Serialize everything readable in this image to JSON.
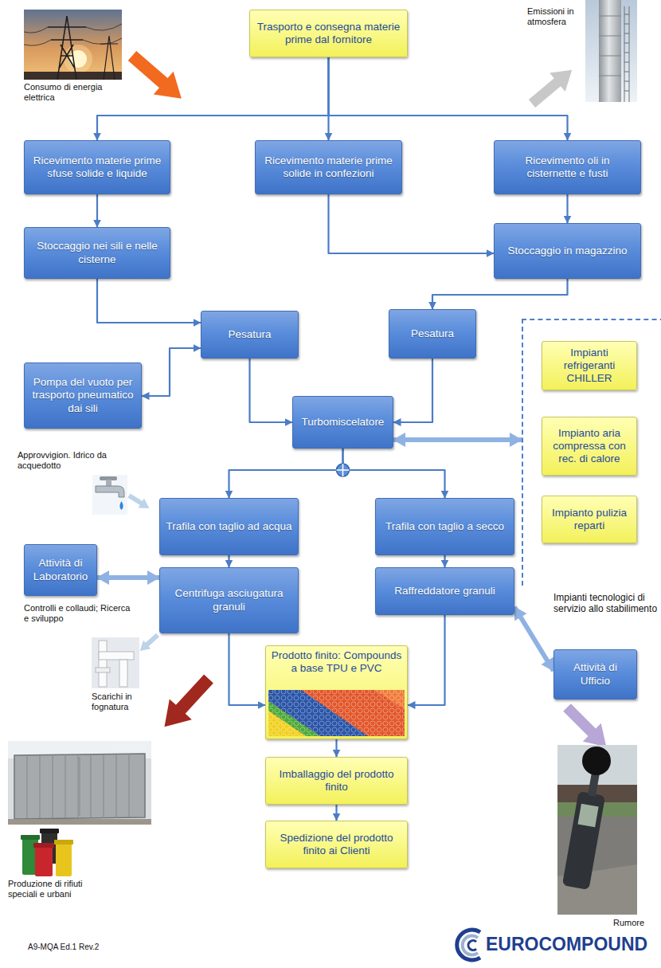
{
  "diagram": {
    "nodes": [
      {
        "text": [
          "Trasporto e consegna materie prime dal fornitore"
        ]
      },
      {
        "text": [
          "Ricevimento materie prime sfuse solide e liquide"
        ]
      },
      {
        "text": [
          "Ricevimento materie prime solide in confezioni"
        ]
      },
      {
        "text": [
          "Ricevimento oli in cisternette e fusti"
        ]
      },
      {
        "text": [
          "Stoccaggio nei sili e nelle cisterne"
        ]
      },
      {
        "text": [
          "Stoccaggio in magazzino"
        ]
      },
      {
        "text": [
          "Pesatura"
        ]
      },
      {
        "text": [
          "Pesatura"
        ]
      },
      {
        "text": [
          "Impianti tecnologici di servizio allo stabilimento"
        ]
      },
      {
        "text": [
          "Impianti refrigeranti CHILLER"
        ],
        "in": 8
      },
      {
        "text": [
          "Impianto aria compressa con rec. di calore"
        ],
        "in": 8
      },
      {
        "text": [
          "Impianto pulizia reparti"
        ],
        "in": 8
      },
      {
        "text": [
          "Pompa del vuoto per trasporto pneumatico dai sili"
        ]
      },
      {
        "text": [
          "Turbomiscelatore"
        ]
      },
      {
        "text": [
          "Trafila con taglio ad acqua"
        ]
      },
      {
        "text": [
          "Trafila con taglio a secco"
        ]
      },
      {
        "text": [
          "Attività di Laboratorio"
        ]
      },
      {
        "text": [
          "Centrifuga asciugatura granuli"
        ]
      },
      {
        "text": [
          "Raffreddatore granuli"
        ]
      },
      {
        "text": [
          "Prodotto finito: Compounds a base TPU e PVC"
        ]
      },
      {
        "text": [
          "Attività di Ufficio"
        ]
      },
      {
        "text": [
          "Imballaggio del prodotto finito"
        ]
      },
      {
        "text": [
          "Spedizione del prodotto finito ai Clienti"
        ]
      }
    ],
    "edges": [
      {
        "from": 0,
        "to": 1,
        "arrow": "to"
      },
      {
        "from": 0,
        "to": 2,
        "arrow": "to"
      },
      {
        "from": 0,
        "to": 3,
        "arrow": "to"
      },
      {
        "from": 1,
        "to": 4,
        "arrow": "to"
      },
      {
        "from": 2,
        "to": 5,
        "arrow": "to"
      },
      {
        "from": 3,
        "to": 5,
        "arrow": "to"
      },
      {
        "from": 4,
        "to": 6,
        "arrow": "to"
      },
      {
        "from": 12,
        "to": 6,
        "arrow": "both"
      },
      {
        "from": 5,
        "to": 7,
        "arrow": "to"
      },
      {
        "from": 6,
        "to": 13,
        "arrow": "to"
      },
      {
        "from": 7,
        "to": 13,
        "arrow": "to"
      },
      {
        "from": 13,
        "to": 8,
        "arrow": "both"
      },
      {
        "from": 13,
        "to": 14,
        "arrow": "to"
      },
      {
        "from": 13,
        "to": 15,
        "arrow": "to"
      },
      {
        "from": 14,
        "to": 17,
        "arrow": "to"
      },
      {
        "from": 15,
        "to": 18,
        "arrow": "to"
      },
      {
        "from": 16,
        "to": 17,
        "arrow": "both"
      },
      {
        "from": 17,
        "to": 19,
        "arrow": "to"
      },
      {
        "from": 18,
        "to": 19,
        "arrow": "to"
      },
      {
        "from": 18,
        "to": 20,
        "arrow": "both"
      },
      {
        "from": 19,
        "to": 21,
        "arrow": "to"
      },
      {
        "from": 21,
        "to": 22,
        "arrow": "to"
      }
    ],
    "labels": [
      "Consumo di energia elettrica",
      "Emissioni in atmosfera",
      "Approvvigion. Idrico da acquedotto",
      "Controlli e collaudi; Ricerca e sviluppo",
      "Scarichi in fognatura",
      "Produzione di rifiuti speciali e urbani",
      "Rumore",
      "A9-MQA Ed.1 Rev.2",
      "EUROCOMPOUND"
    ]
  }
}
